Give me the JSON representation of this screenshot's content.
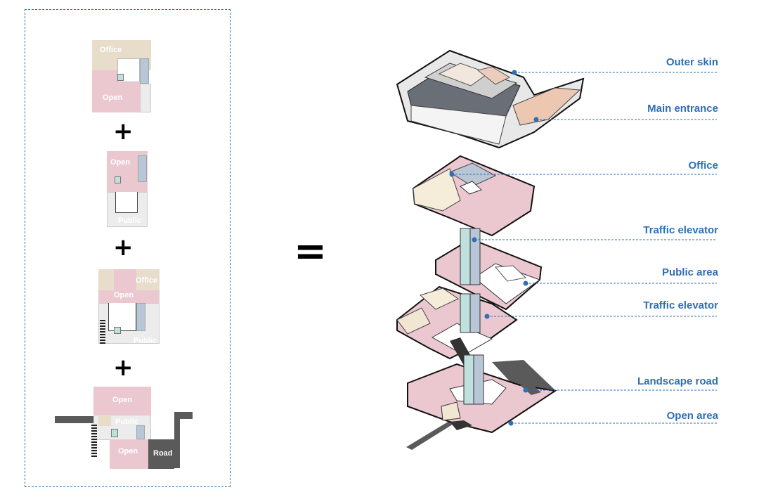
{
  "equals_sign": "=",
  "plus_sign": "+",
  "plans": {
    "plan1": {
      "office": "Office",
      "open": "Open"
    },
    "plan2": {
      "open": "Open",
      "public": "Public"
    },
    "plan3": {
      "office": "Office",
      "open": "Open",
      "public": "Public"
    },
    "plan4": {
      "open_top": "Open",
      "public": "Public",
      "open_bottom": "Open",
      "road": "Road"
    }
  },
  "callouts": [
    "Outer skin",
    "Main entrance",
    "Office",
    "Traffic elevator",
    "Public area",
    "Traffic elevator",
    "Landscape road",
    "Open area"
  ],
  "colors": {
    "accent_blue": "#2e6fb5",
    "open_pink": "#ebc8d0",
    "office_beige": "#e8dccb",
    "public_grey": "#ececec",
    "core_blue": "#b9c6d6",
    "core_teal": "#bfe0dd",
    "road_dark": "#5a5a5a"
  }
}
